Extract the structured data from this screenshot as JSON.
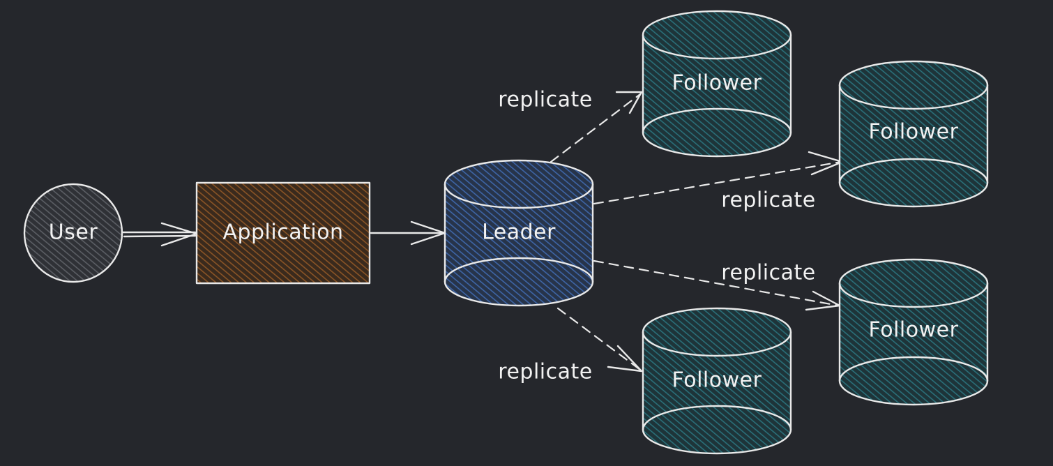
{
  "nodes": {
    "user": {
      "label": "User",
      "fill": "#4a4d52"
    },
    "application": {
      "label": "Application",
      "fill": "#5a3a1c"
    },
    "leader": {
      "label": "Leader",
      "fill": "#2c4a7a"
    },
    "followers": [
      {
        "label": "Follower",
        "fill": "#1c4f58"
      },
      {
        "label": "Follower",
        "fill": "#1c4f58"
      },
      {
        "label": "Follower",
        "fill": "#1c4f58"
      },
      {
        "label": "Follower",
        "fill": "#1c4f58"
      }
    ]
  },
  "edges": {
    "replicate_labels": [
      "replicate",
      "replicate",
      "replicate",
      "replicate"
    ]
  },
  "colors": {
    "background": "#25272c",
    "stroke": "#e9e9e9",
    "text": "#f2f2f2"
  }
}
